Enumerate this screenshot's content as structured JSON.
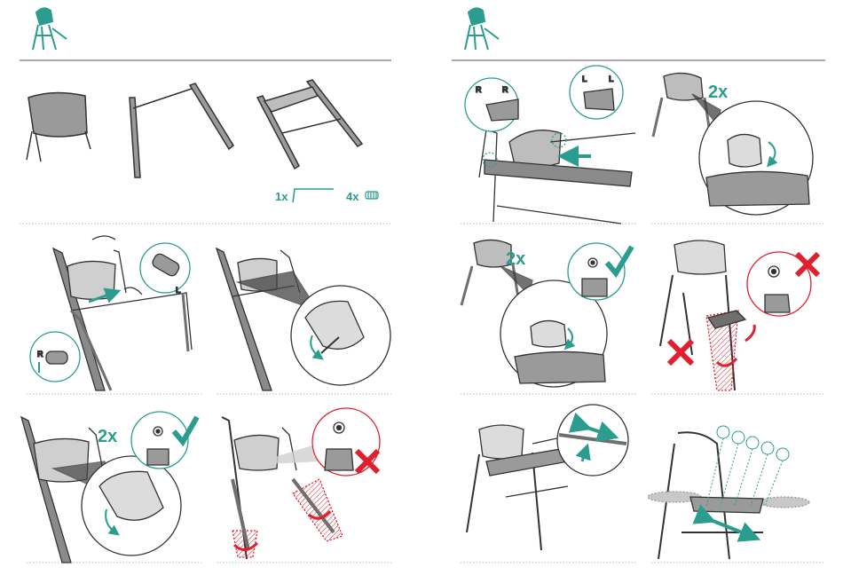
{
  "colors": {
    "accent": "#2a9d8f",
    "warning": "#e0202e",
    "line": "#333333",
    "part_fill": "#7a7a7a",
    "light_fill": "#bdbdbd",
    "divider": "#bbbbbb"
  },
  "icons": [
    "high-chair-icon",
    "allen-key-icon",
    "bolt-icon",
    "checkmark-icon",
    "cross-icon",
    "direction-arrow-icon",
    "rotate-arrow-icon"
  ],
  "parts": {
    "key_count": "1x",
    "bolt_count": "4x"
  },
  "steps": {
    "screw_count_label": "2x",
    "attach_label_left": "L",
    "attach_label_right": "R"
  }
}
